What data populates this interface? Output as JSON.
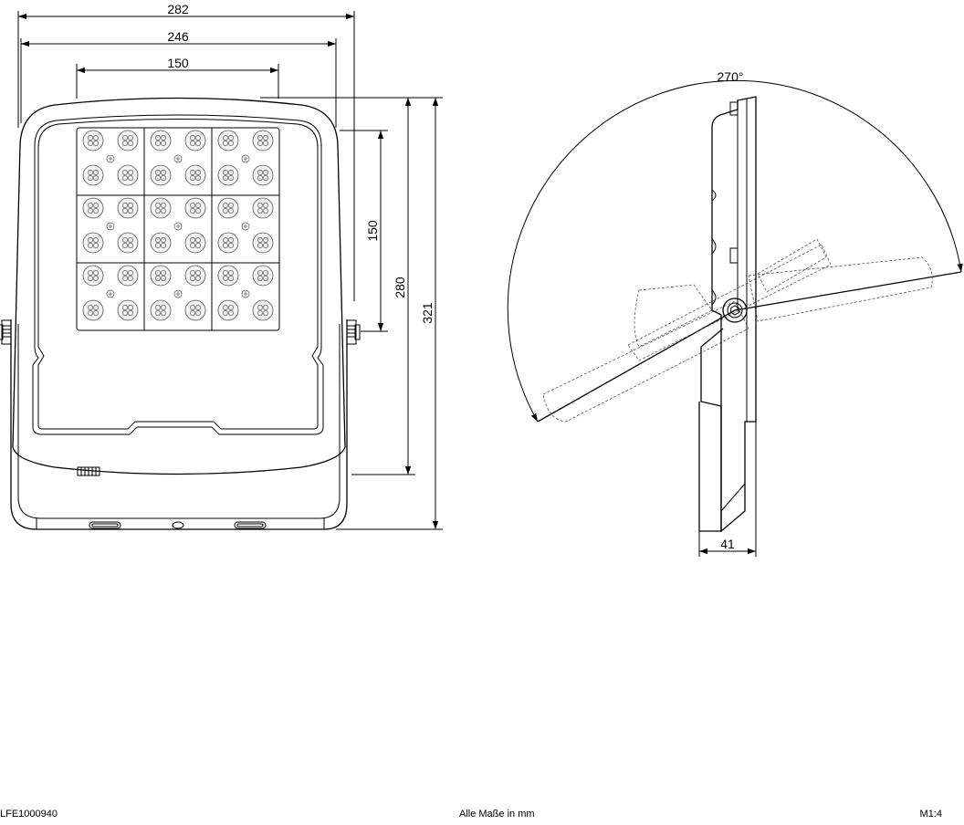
{
  "front_view": {
    "dim_overall_width": "282",
    "dim_housing_width": "246",
    "dim_mount_width": "150",
    "dim_mount_height": "150",
    "dim_body_height": "280",
    "dim_overall_height": "321"
  },
  "side_view": {
    "dim_tilt_angle": "270°",
    "dim_depth": "41"
  },
  "footer": {
    "article_number": "LFE1000940",
    "units_note": "Alle Maße in mm",
    "scale": "M1:4"
  }
}
